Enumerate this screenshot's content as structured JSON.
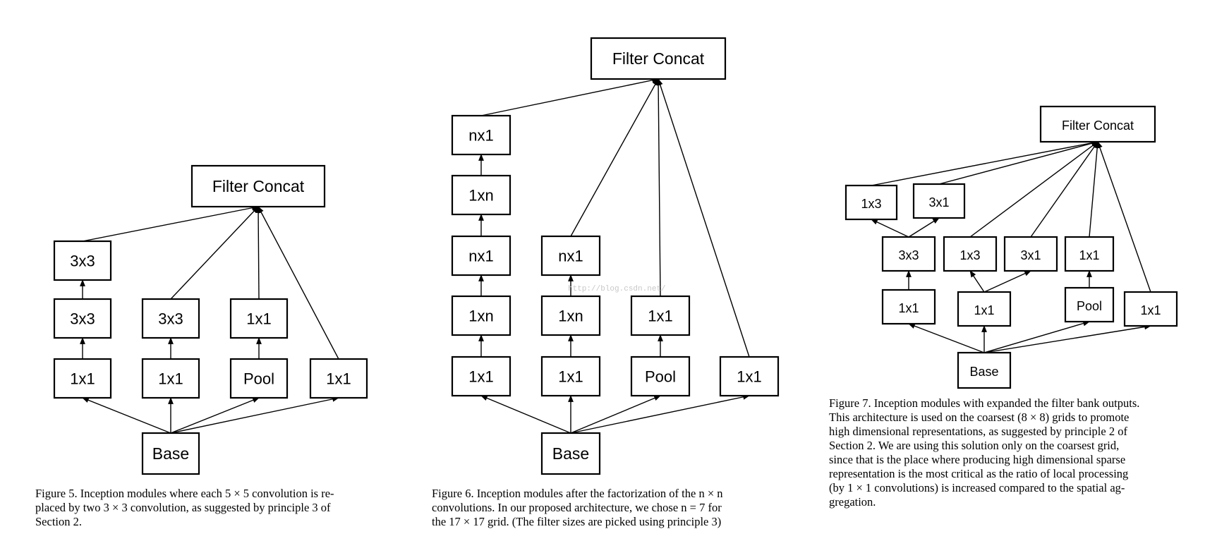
{
  "figures": [
    {
      "id": "fig5",
      "nodes": [
        {
          "id": "concat",
          "label": "Filter Concat"
        },
        {
          "id": "a3",
          "label": "3x3"
        },
        {
          "id": "a2",
          "label": "3x3"
        },
        {
          "id": "a1",
          "label": "1x1"
        },
        {
          "id": "b2",
          "label": "3x3"
        },
        {
          "id": "b1",
          "label": "1x1"
        },
        {
          "id": "c2",
          "label": "1x1"
        },
        {
          "id": "c1",
          "label": "Pool"
        },
        {
          "id": "d1",
          "label": "1x1"
        },
        {
          "id": "base",
          "label": "Base"
        }
      ],
      "caption_lines": [
        "Figure 5. Inception modules where each 5 × 5 convolution is re-",
        "placed by two 3 × 3 convolution, as suggested by principle 3 of",
        "Section 2."
      ]
    },
    {
      "id": "fig6",
      "nodes": [
        {
          "id": "concat",
          "label": "Filter Concat"
        },
        {
          "id": "a5",
          "label": "nx1"
        },
        {
          "id": "a4",
          "label": "1xn"
        },
        {
          "id": "a3",
          "label": "nx1"
        },
        {
          "id": "a2",
          "label": "1xn"
        },
        {
          "id": "a1",
          "label": "1x1"
        },
        {
          "id": "b3",
          "label": "nx1"
        },
        {
          "id": "b2",
          "label": "1xn"
        },
        {
          "id": "b1",
          "label": "1x1"
        },
        {
          "id": "c2",
          "label": "1x1"
        },
        {
          "id": "c1",
          "label": "Pool"
        },
        {
          "id": "d1",
          "label": "1x1"
        },
        {
          "id": "base",
          "label": "Base"
        }
      ],
      "caption_lines": [
        "Figure 6. Inception modules after the factorization of the n × n",
        "convolutions.  In our proposed architecture, we chose n = 7 for",
        "the 17 × 17 grid. (The filter sizes are picked using principle 3)"
      ]
    },
    {
      "id": "fig7",
      "nodes": [
        {
          "id": "concat",
          "label": "Filter Concat"
        },
        {
          "id": "t1",
          "label": "1x3"
        },
        {
          "id": "t2",
          "label": "3x1"
        },
        {
          "id": "m1",
          "label": "3x3"
        },
        {
          "id": "m2",
          "label": "1x3"
        },
        {
          "id": "m3",
          "label": "3x1"
        },
        {
          "id": "m4",
          "label": "1x1"
        },
        {
          "id": "l1",
          "label": "1x1"
        },
        {
          "id": "l2",
          "label": "1x1"
        },
        {
          "id": "l3",
          "label": "Pool"
        },
        {
          "id": "l4",
          "label": "1x1"
        },
        {
          "id": "base",
          "label": "Base"
        }
      ],
      "caption_lines": [
        "Figure 7. Inception modules with expanded the filter bank outputs.",
        "This architecture is used on the coarsest (8 × 8) grids to promote",
        "high dimensional representations, as suggested by principle 2 of",
        "Section 2.  We are using this solution only on the coarsest grid,",
        "since that is the place where producing high dimensional sparse",
        "representation is the most critical as the ratio of local processing",
        "(by 1 × 1 convolutions) is increased compared to the spatial ag-",
        "gregation."
      ]
    }
  ],
  "watermark": "http://blog.csdn.net/"
}
